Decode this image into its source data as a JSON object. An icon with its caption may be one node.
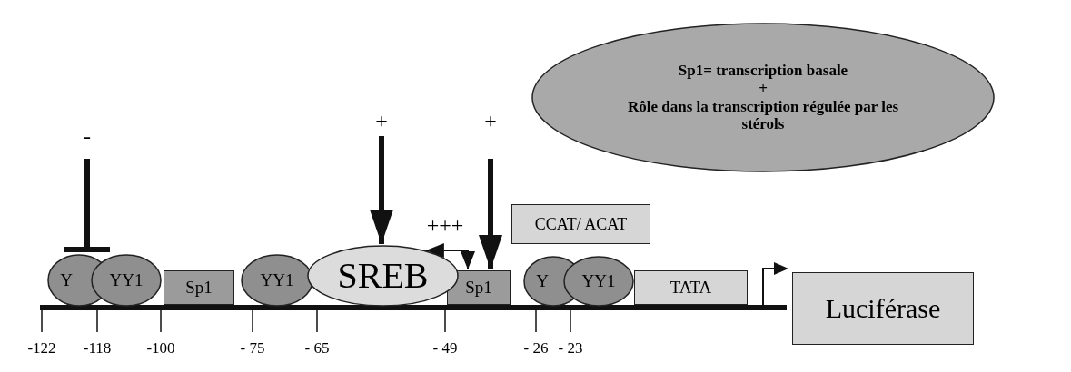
{
  "diagram": {
    "nodes": [
      {
        "text": [
          "Sp1= transcription basale",
          "+",
          "Rôle dans la transcription régulée par les stérols"
        ]
      },
      {
        "text": [
          "Y"
        ]
      },
      {
        "text": [
          "YY1"
        ]
      },
      {
        "text": [
          "Sp1"
        ]
      },
      {
        "text": [
          "YY1"
        ]
      },
      {
        "text": [
          "SREB"
        ]
      },
      {
        "text": [
          "Sp1"
        ]
      },
      {
        "text": [
          "CCAT/ ACAT"
        ]
      },
      {
        "text": [
          "Y"
        ]
      },
      {
        "text": [
          "YY1"
        ]
      },
      {
        "text": [
          "TATA"
        ]
      },
      {
        "text": [
          "Luciférase"
        ]
      }
    ],
    "edges": [
      {
        "from": null,
        "to": 1,
        "arrow": "other",
        "label": "-"
      },
      {
        "from": null,
        "to": 5,
        "arrow": "to",
        "label": "+"
      },
      {
        "from": 5,
        "to": 6,
        "arrow": "both",
        "label": "+++"
      },
      {
        "from": null,
        "to": 6,
        "arrow": "to",
        "label": "+"
      }
    ],
    "labels": [
      "-122",
      "-118",
      "-100",
      "- 75",
      "- 65",
      "- 49",
      "- 26",
      "- 23"
    ]
  }
}
